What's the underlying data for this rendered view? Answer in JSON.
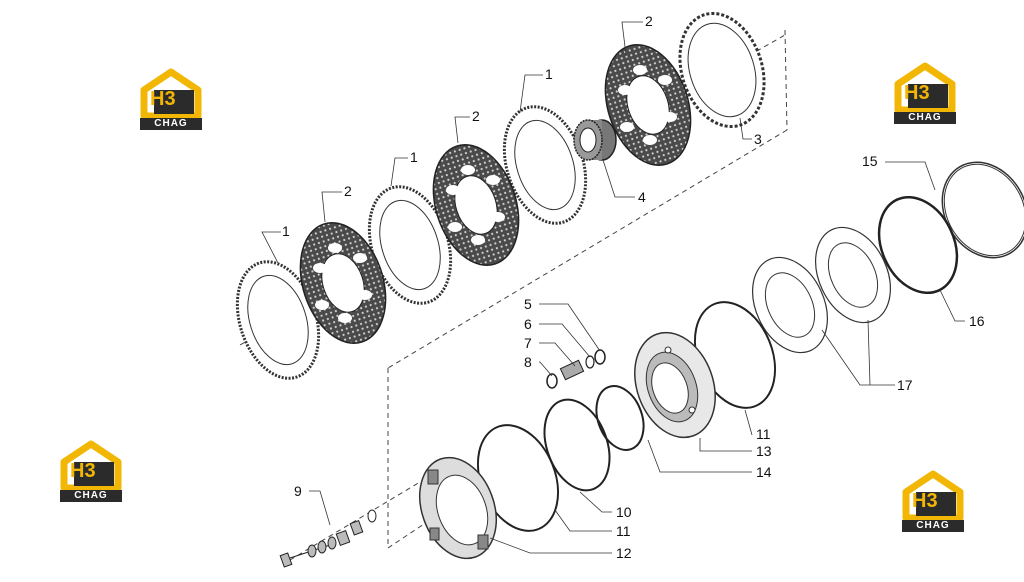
{
  "diagram": {
    "callouts": [
      "1",
      "2",
      "3",
      "4",
      "5",
      "6",
      "7",
      "8",
      "9",
      "10",
      "11",
      "12",
      "13",
      "14",
      "15",
      "16",
      "17"
    ]
  },
  "watermark": {
    "logo_mark": "H3",
    "logo_text": "CHAG",
    "colors": {
      "gold": "#F2B705",
      "dark": "#2B2B2B"
    }
  }
}
